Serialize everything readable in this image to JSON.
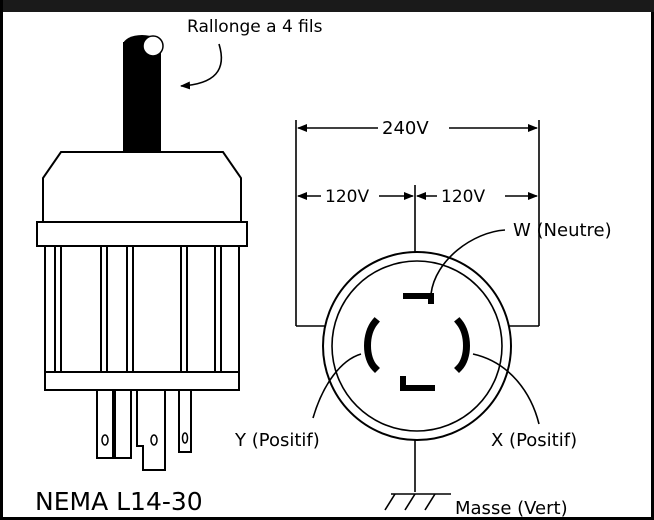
{
  "diagram": {
    "cord_label": "Rallonge a 4 fils",
    "voltage_total": "240V",
    "voltage_left": "120V",
    "voltage_right": "120V",
    "neutral_label": "W (Neutre)",
    "y_label": "Y (Positif)",
    "x_label": "X (Positif)",
    "ground_label": "Masse (Vert)",
    "plug_model": "NEMA L14-30"
  }
}
